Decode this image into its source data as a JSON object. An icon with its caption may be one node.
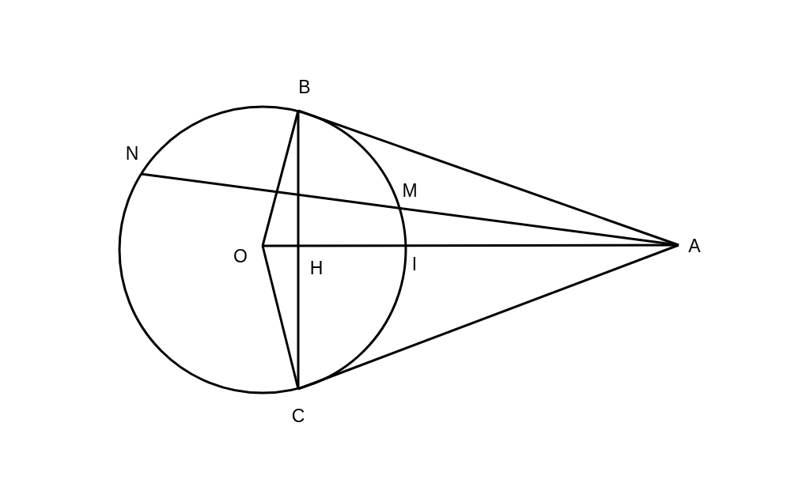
{
  "diagram": {
    "labels": [
      "B",
      "N",
      "M",
      "O",
      "H",
      "I",
      "A",
      "C"
    ]
  }
}
